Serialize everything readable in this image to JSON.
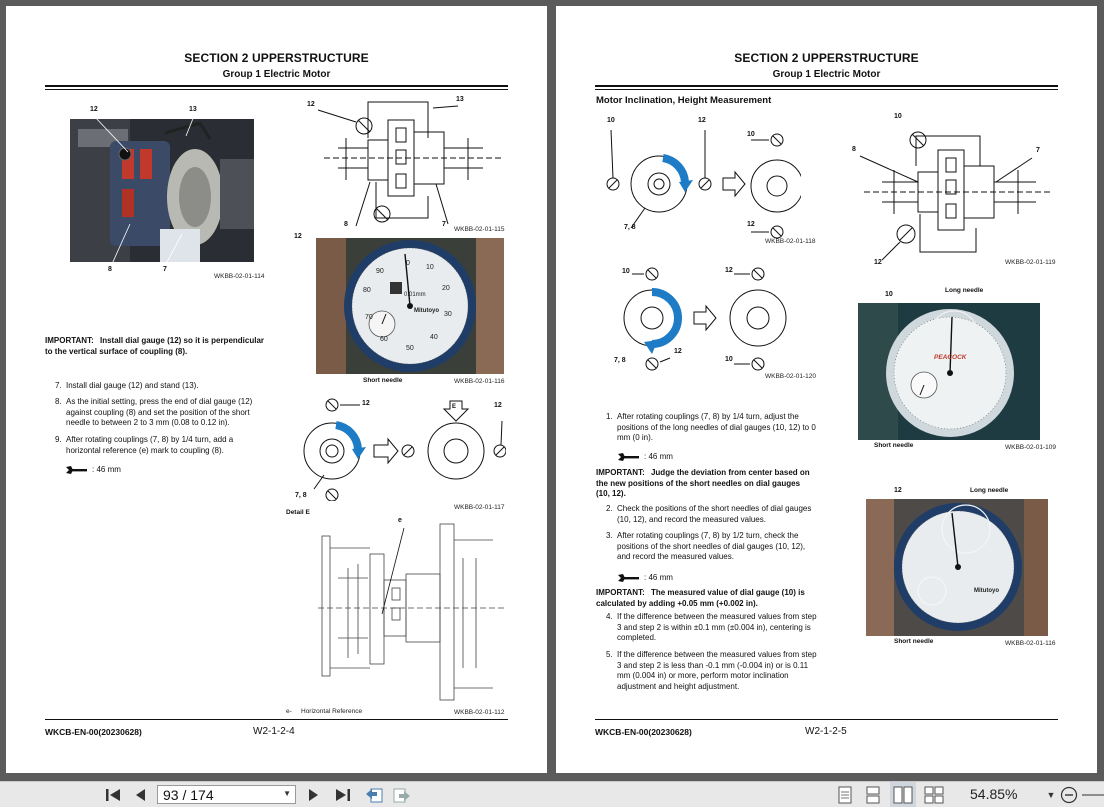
{
  "left_page": {
    "section_title": "SECTION 2 UPPERSTRUCTURE",
    "group_title": "Group 1 Electric Motor",
    "fig1": {
      "caption": "WKBB-02-01-114",
      "callouts": [
        "12",
        "13",
        "8",
        "7"
      ]
    },
    "fig2": {
      "caption": "WKBB-02-01-115",
      "callouts": [
        "12",
        "13",
        "8",
        "7"
      ]
    },
    "fig3": {
      "caption": "WKBB-02-01-116",
      "callout": "12",
      "label": "Short needle",
      "dial_numbers": [
        "0",
        "10",
        "20",
        "30",
        "40",
        "50",
        "60",
        "70",
        "80",
        "90"
      ],
      "dial_text": "0.01mm",
      "brand": "Mitutoyo"
    },
    "fig4": {
      "caption": "WKBB-02-01-117",
      "callouts": [
        "12",
        "E",
        "12",
        "7, 8"
      ],
      "detail_label": "Detail E"
    },
    "fig5": {
      "caption": "WKBB-02-01-112",
      "callout": "e",
      "legend_key": "e-",
      "legend_text": "Horizontal Reference"
    },
    "important": {
      "label": "IMPORTANT:",
      "text": "Install dial gauge (12) so it is perpendicular to the vertical surface of coupling (8)."
    },
    "steps": [
      {
        "num": "7.",
        "text": "Install dial gauge (12) and stand (13)."
      },
      {
        "num": "8.",
        "text": "As the initial setting, press the end of dial gauge (12) against coupling (8) and set the position of the short needle to between 2 to 3 mm (0.08 to 0.12 in)."
      },
      {
        "num": "9.",
        "text": "After rotating couplings (7, 8) by 1/4 turn, add a horizontal reference (e) mark to coupling (8)."
      }
    ],
    "spec": ": 46 mm",
    "footer_code": "WKCB-EN-00(20230628)",
    "footer_page": "W2-1-2-4"
  },
  "right_page": {
    "section_title": "SECTION 2 UPPERSTRUCTURE",
    "group_title": "Group 1 Electric Motor",
    "heading": "Motor Inclination, Height Measurement",
    "fig1": {
      "caption": "WKBB-02-01-118",
      "callouts": [
        "10",
        "12",
        "10",
        "12",
        "7, 8"
      ]
    },
    "fig2": {
      "caption": "WKBB-02-01-119",
      "callouts": [
        "10",
        "8",
        "7",
        "12"
      ]
    },
    "fig3": {
      "caption": "WKBB-02-01-120",
      "callouts": [
        "10",
        "12",
        "12",
        "10",
        "7, 8"
      ]
    },
    "fig4": {
      "caption": "WKBB-02-01-109",
      "callout": "10",
      "label_long": "Long needle",
      "label_short": "Short needle",
      "brand": "PEACOCK"
    },
    "fig5": {
      "caption": "WKBB-02-01-116",
      "callout": "12",
      "label_long": "Long needle",
      "label_short": "Short needle",
      "brand": "Mitutoyo"
    },
    "step1": {
      "num": "1.",
      "text": "After rotating couplings (7, 8) by 1/4 turn, adjust the positions of the long needles of dial gauges (10, 12) to 0 mm (0 in)."
    },
    "spec1": ": 46 mm",
    "important1": {
      "label": "IMPORTANT:",
      "text": "Judge the deviation from center based on the new positions of the short needles on dial gauges (10, 12)."
    },
    "step2": {
      "num": "2.",
      "text": "Check the positions of the short needles of dial gauges (10, 12), and record the measured values."
    },
    "step3": {
      "num": "3.",
      "text": "After rotating couplings (7, 8) by 1/2 turn, check the positions of the short needles of dial gauges (10, 12), and record the measured values."
    },
    "spec2": ": 46 mm",
    "important2": {
      "label": "IMPORTANT:",
      "text": "The measured value of dial gauge (10) is calculated by adding +0.05 mm (+0.002 in)."
    },
    "step4": {
      "num": "4.",
      "text": "If the difference between the measured values from step 3 and step 2 is within ±0.1 mm (±0.004 in), centering is completed."
    },
    "step5": {
      "num": "5.",
      "text": "If the difference between the measured values from step 3 and step 2 is less than -0.1 mm (-0.004 in) or is 0.11 mm (0.004 in) or more, perform motor inclination adjustment and height adjustment."
    },
    "footer_code": "WKCB-EN-00(20230628)",
    "footer_page": "W2-1-2-5"
  },
  "toolbar": {
    "page_indicator": "93 / 174",
    "zoom": "54.85%"
  }
}
